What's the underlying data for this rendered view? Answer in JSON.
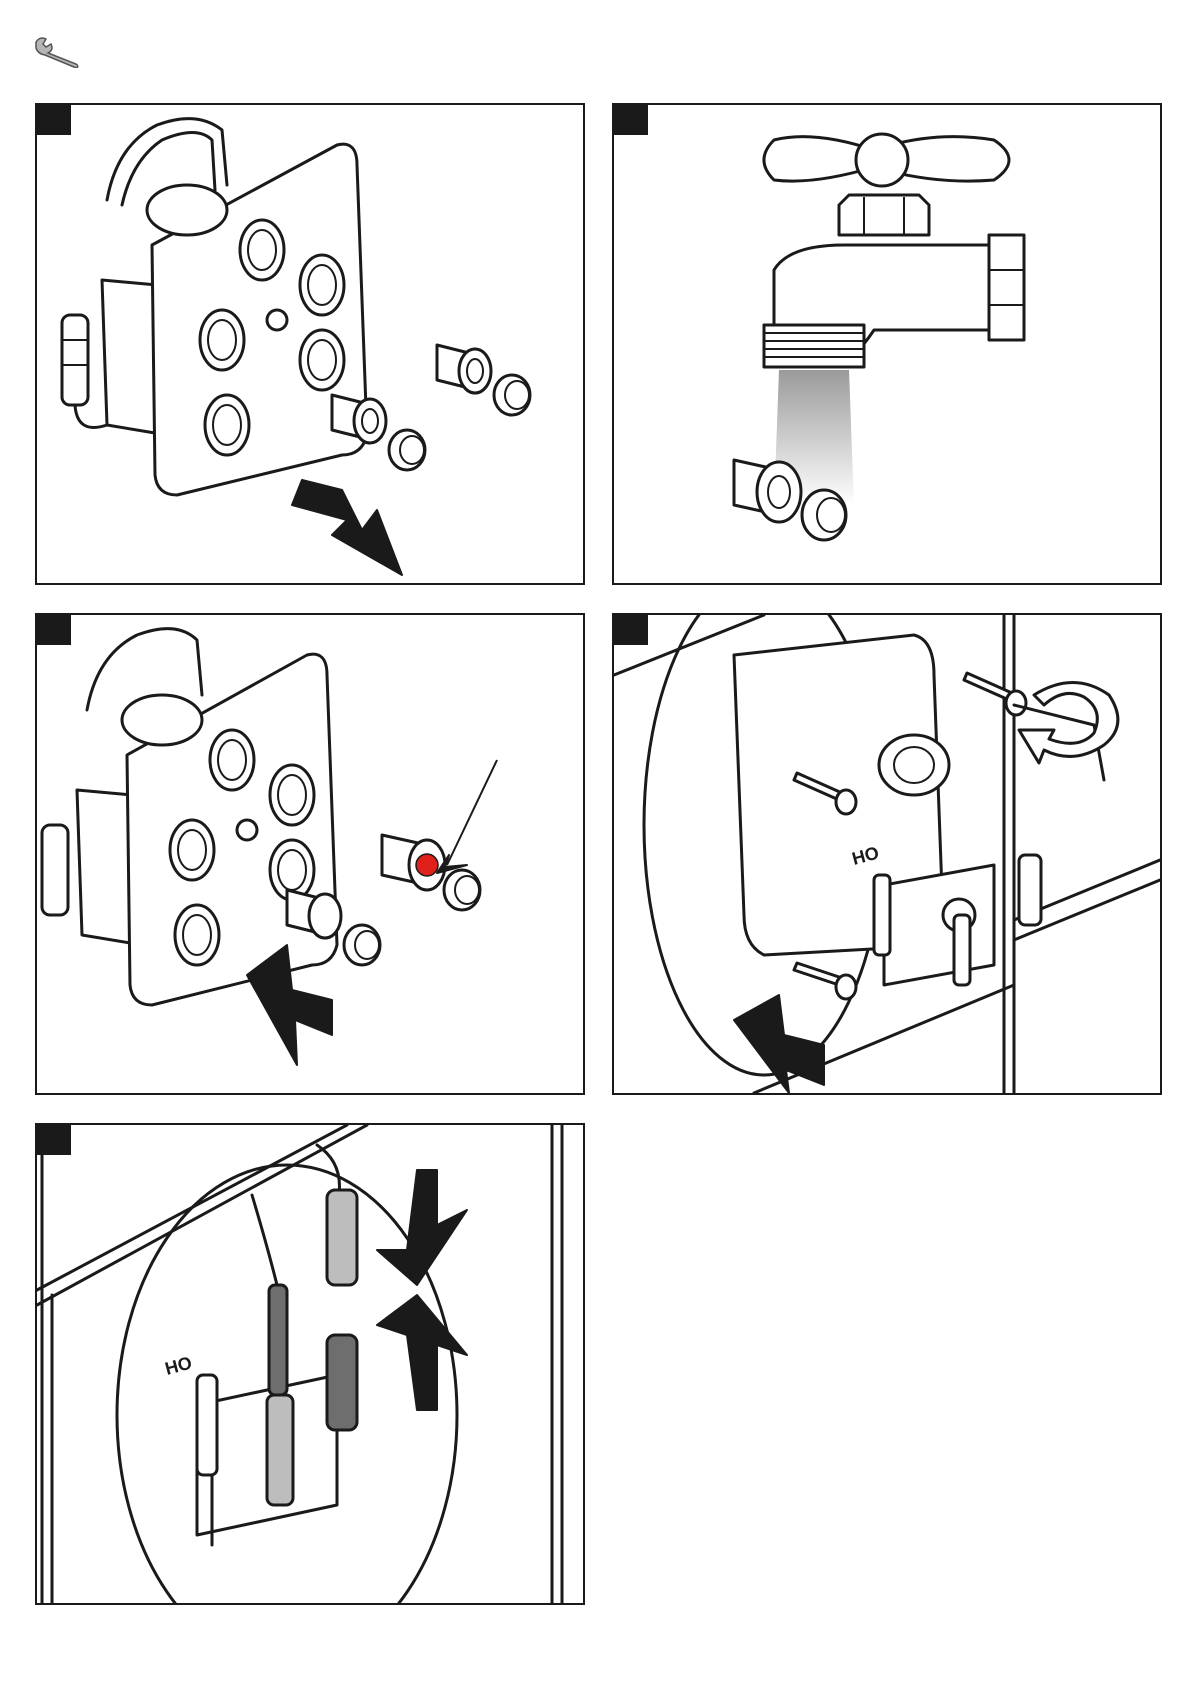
{
  "header": {
    "tool_icon": "wrench-icon"
  },
  "panels": [
    {
      "id": "step-1",
      "step_label": "",
      "depicts": "valve-body-with-check-valve-cartridges-removed"
    },
    {
      "id": "step-2",
      "step_label": "",
      "depicts": "faucet-rinsing-cartridge-and-seal"
    },
    {
      "id": "step-3",
      "step_label": "",
      "depicts": "cartridges-reinstalled-with-red-marker"
    },
    {
      "id": "step-4",
      "step_label": "",
      "depicts": "module-screwed-into-wall-with-hex-key"
    },
    {
      "id": "step-5",
      "step_label": "",
      "depicts": "cables-connected-behind-tile-opening"
    }
  ],
  "colors": {
    "line": "#1a1a1a",
    "marker_red": "#e0201b",
    "connector_grey": "#bdbdbd",
    "arrow": "#1a1a1a"
  }
}
